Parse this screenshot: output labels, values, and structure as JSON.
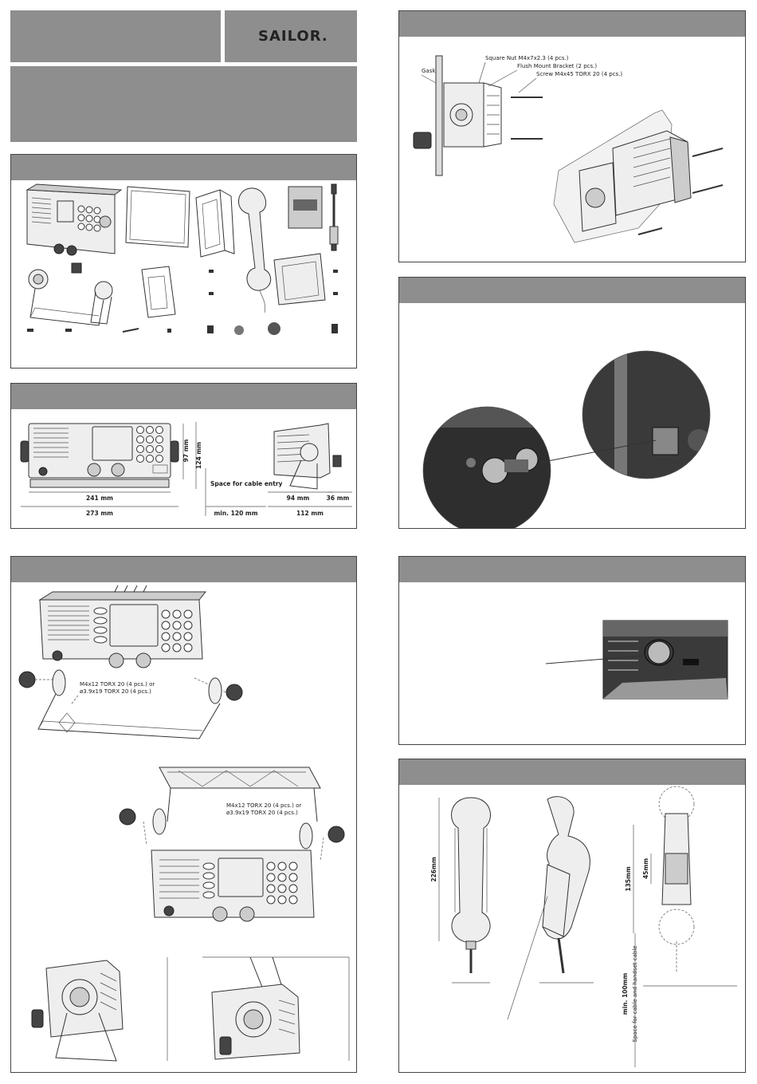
{
  "brand": {
    "logo": "SAILOR."
  },
  "installation": {
    "labels": {
      "gasket": "Gasket",
      "square_nut": "Square Nut M4x7x2.3 (4 pcs.)",
      "bracket": "Flush Mount Bracket (2 pcs.)",
      "screw": "Screw M4x45 TORX 20 (4 pcs.)"
    }
  },
  "dimensions": {
    "height_1": "97 mm",
    "height_2": "124 mm",
    "width_1": "241 mm",
    "width_2": "273 mm",
    "cable_space": "Space for cable entry",
    "min_depth": "min. 120 mm",
    "depth_1": "94 mm",
    "depth_2": "36 mm",
    "depth_total": "112 mm"
  },
  "mounting": {
    "screw_label_line1": "M4x12 TORX 20 (4 pcs.) or",
    "screw_label_line2": "ø3.9x19 TORX 20 (4 pcs.)"
  },
  "handset": {
    "length": "226mm",
    "cradle_width": "45mm",
    "cradle_height": "135mm",
    "min_space": "min. 100mm",
    "cable_space": "Space for cable and handset cable"
  }
}
